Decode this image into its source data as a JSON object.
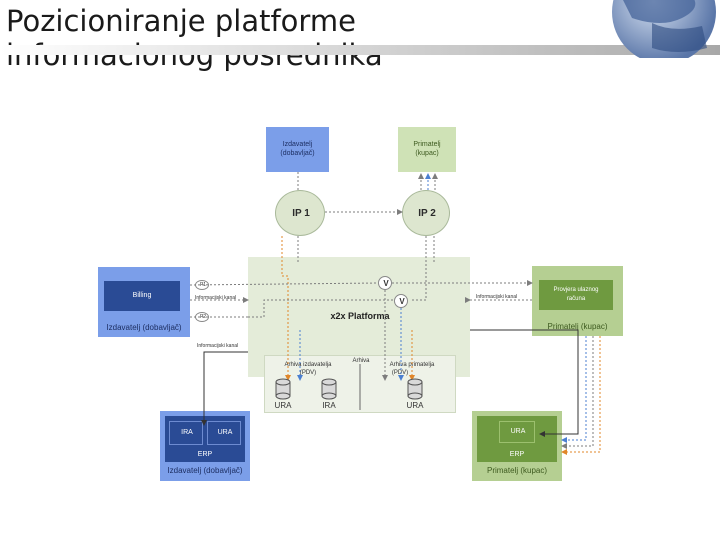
{
  "slide": {
    "title_line1": "Pozicioniranje platforme",
    "title_line2": "informacionog posrednika"
  },
  "diagram": {
    "issuer_top": [
      "Izdavatelj",
      "(dobavljač)"
    ],
    "receiver_top": [
      "Primatelj",
      "(kupac)"
    ],
    "ip1": "IP 1",
    "ip2": "IP 2",
    "billing": "Billing",
    "issuer_left": "Izdavatelj (dobavljač)",
    "p1": "P1",
    "p2": "P2",
    "info_left_1": "Informacijski kanal",
    "info_left_2": "Informacijski kanal",
    "info_right": "Informacijski kanal",
    "v_top": "V",
    "v_bottom": "V",
    "platform": "x2x Platforma",
    "archive_issuer": [
      "Arhiva izdavatelja",
      "(PDV)"
    ],
    "archive": "Arhiva",
    "archive_receiver": [
      "Arhiva primatelja",
      "(PDV)"
    ],
    "ura_a": "URA",
    "ira_a": "IRA",
    "ura_b": "URA",
    "verify": [
      "Provjera ulaznog",
      "računa"
    ],
    "receiver_right": "Primatelj (kupac)",
    "erp_left_ira": "IRA",
    "erp_left_ura": "URA",
    "erp_left": "ERP",
    "erp_left_caption": "Izdavatelj (dobavljač)",
    "erp_right_ura": "URA",
    "erp_right": "ERP",
    "erp_right_caption": "Primatelj (kupac)",
    "colors": {
      "blue": "#6f93e6",
      "navy": "#2a4b95",
      "green_light": "#c8dcae",
      "green_dark": "#6f9a40",
      "platform": "#e4ecd9",
      "orange": "#e0872a",
      "grey": "#8c8c8c"
    }
  }
}
